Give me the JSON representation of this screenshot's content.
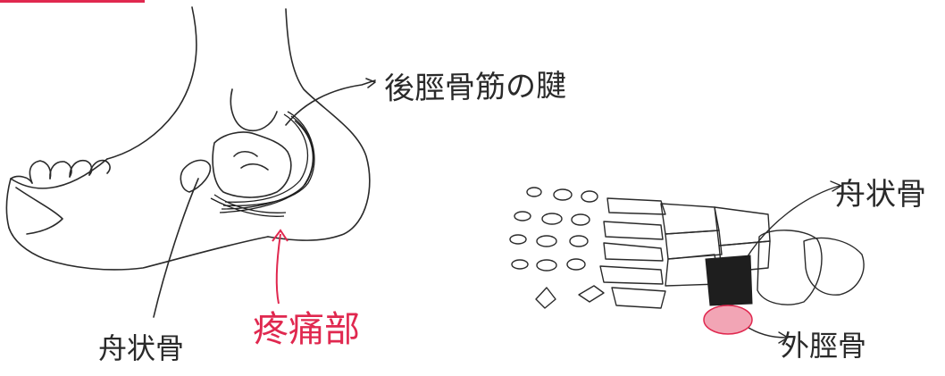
{
  "labels": {
    "achilles": "後脛骨筋の腱",
    "navicular_left": "舟状骨",
    "pain_site": "疼痛部",
    "navicular_right": "舟状骨",
    "accessory_navicular": "外脛骨"
  },
  "colors": {
    "ink": "#2a2a2a",
    "pain": "#e0284f",
    "bone_dark": "#1e1e1e"
  }
}
